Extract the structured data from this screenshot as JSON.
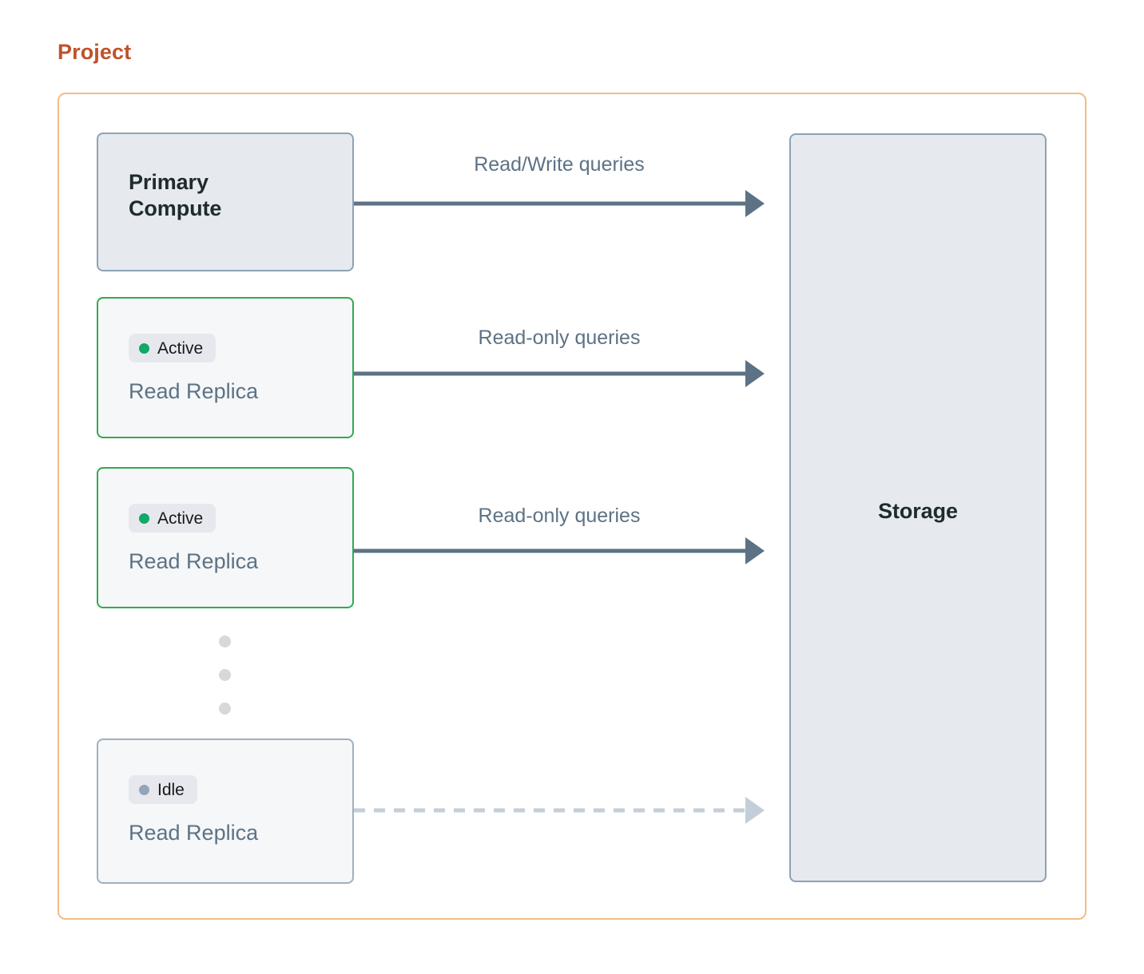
{
  "diagram": {
    "title": "Project",
    "title_color": "#c0522a",
    "container_border_color": "#f3bc83",
    "background": "#ffffff"
  },
  "nodes": {
    "primary": {
      "label": "Primary Compute",
      "line1": "Primary",
      "line2": "Compute",
      "fill": "#e6eaee",
      "border": "#8ea2b4"
    },
    "replicas": [
      {
        "status": "Active",
        "status_dot_color": "#0fa968",
        "name": "Read Replica",
        "border": "#34a853",
        "fill": "#f5f7f8"
      },
      {
        "status": "Active",
        "status_dot_color": "#0fa968",
        "name": "Read Replica",
        "border": "#34a853",
        "fill": "#f5f7f8"
      },
      {
        "status": "Idle",
        "status_dot_color": "#93a5b6",
        "name": "Read Replica",
        "border": "#9fb0c0",
        "fill": "#f5f7f8"
      }
    ],
    "storage": {
      "label": "Storage",
      "fill": "#e6eaee",
      "border": "#8ea2b4"
    }
  },
  "edges": [
    {
      "label": "Read/Write queries",
      "style": "solid",
      "color": "#5d7285",
      "from": "primary",
      "to": "storage"
    },
    {
      "label": "Read-only queries",
      "style": "solid",
      "color": "#5d7285",
      "from": "replica-1",
      "to": "storage"
    },
    {
      "label": "Read-only queries",
      "style": "solid",
      "color": "#5d7285",
      "from": "replica-2",
      "to": "storage"
    },
    {
      "label": "",
      "style": "dashed",
      "color": "#c3ced9",
      "from": "replica-idle",
      "to": "storage"
    }
  ],
  "ellipsis": {
    "name": "more-replicas-ellipsis",
    "dot_count": 3,
    "color": "#d8d8d8"
  }
}
